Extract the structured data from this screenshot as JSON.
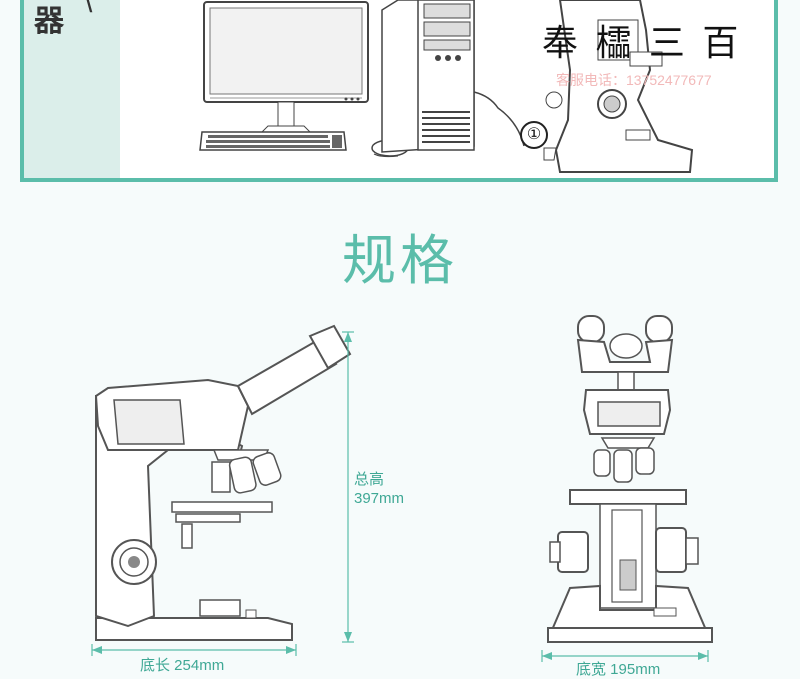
{
  "top_panel": {
    "side_label": "器",
    "side_label_extra": "\\"
  },
  "callout": {
    "number": "①"
  },
  "watermark": {
    "title": "奉 櫺 三 百",
    "subtitle": "客服电话：13752477677"
  },
  "section": {
    "title": "规格"
  },
  "dimensions": {
    "height_label": "总高",
    "height_value": "397mm",
    "depth_label": "底长 254mm",
    "width_label": "底宽 195mm"
  },
  "colors": {
    "accent": "#5bbdaa",
    "line": "#555555",
    "background": "#f6fbfb"
  },
  "icons": [
    "monitor-icon",
    "computer-tower-icon",
    "keyboard-icon",
    "mouse-icon",
    "microscope-side-icon",
    "microscope-front-icon"
  ]
}
